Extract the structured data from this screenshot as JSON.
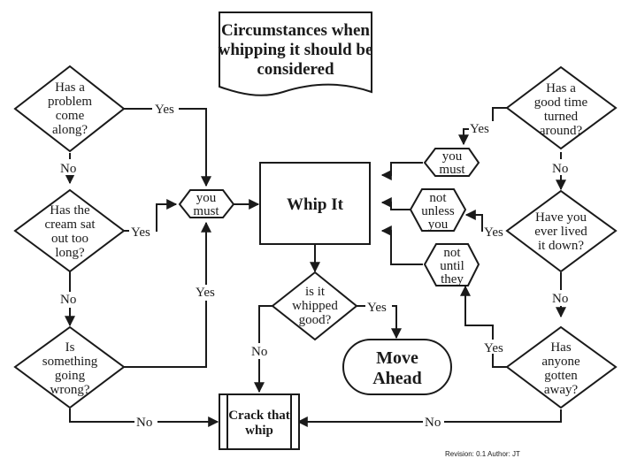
{
  "title": {
    "lines": [
      "Circumstances when",
      "whipping it should be",
      "considered"
    ]
  },
  "decisions": {
    "problem": [
      "Has a",
      "problem",
      "come",
      "along?"
    ],
    "cream": [
      "Has the",
      "cream sat",
      "out too",
      "long?"
    ],
    "wrong": [
      "Is",
      "something",
      "going",
      "wrong?"
    ],
    "good_time": [
      "Has a",
      "good time",
      "turned",
      "around?"
    ],
    "lived_down": [
      "Have you",
      "ever lived",
      "it down?"
    ],
    "gotten_away": [
      "Has",
      "anyone",
      "gotten",
      "away?"
    ],
    "whipped_good": [
      "is it",
      "whipped",
      "good?"
    ]
  },
  "hexagons": {
    "you_must_left": [
      "you",
      "must"
    ],
    "you_must_right": [
      "you",
      "must"
    ],
    "not_unless_you": [
      "not",
      "unless",
      "you"
    ],
    "not_until_they": [
      "not",
      "until",
      "they"
    ]
  },
  "process": {
    "whip_it": "Whip It",
    "crack_that_whip": [
      "Crack that",
      "whip"
    ]
  },
  "terminal": {
    "move_ahead": [
      "Move",
      "Ahead"
    ]
  },
  "edge_labels": {
    "problem_yes": "Yes",
    "problem_no": "No",
    "cream_yes": "Yes",
    "cream_no": "No",
    "wrong_yes": "Yes",
    "wrong_no": "No",
    "good_time_yes": "Yes",
    "good_time_no": "No",
    "lived_down_yes": "Yes",
    "lived_down_no": "No",
    "gotten_away_yes": "Yes",
    "gotten_away_no": "No",
    "whipped_yes": "Yes",
    "whipped_no": "No"
  },
  "footer": {
    "revision": "Revision: 0.1  Author: JT"
  }
}
